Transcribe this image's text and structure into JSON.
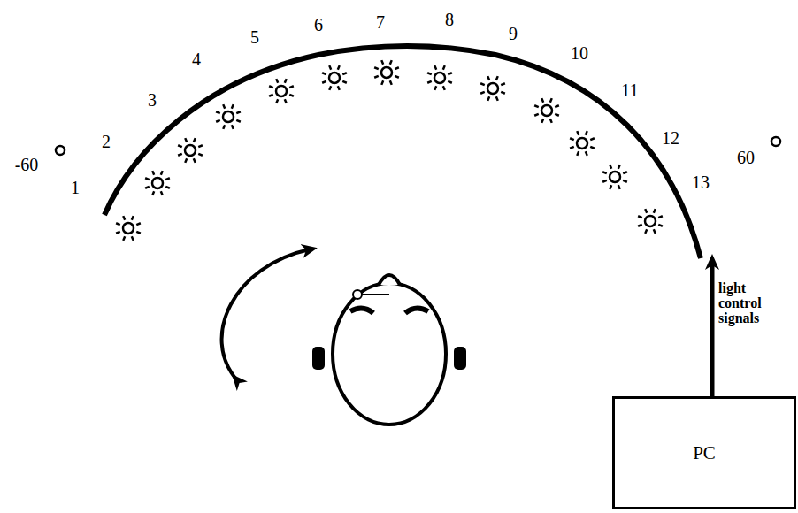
{
  "diagram": {
    "nodes": [
      {
        "text": [
          "PC"
        ]
      }
    ],
    "labels": [
      "1",
      "2",
      "3",
      "4",
      "5",
      "6",
      "7",
      "8",
      "9",
      "10",
      "11",
      "12",
      "13",
      "-60",
      "60",
      "light control signals"
    ]
  }
}
